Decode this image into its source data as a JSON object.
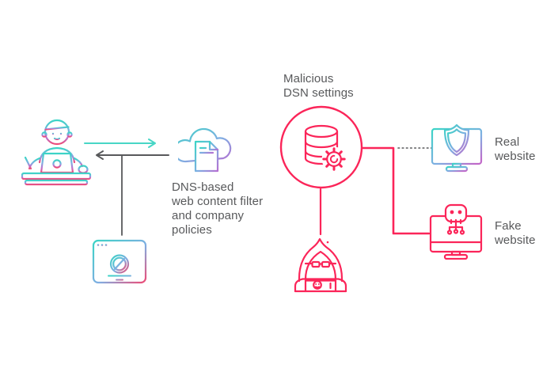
{
  "diagram": {
    "title_concept": "DNS filtering vs malicious DNS settings",
    "colors": {
      "pink": "#FB2559",
      "teal": "#48D6C6",
      "gray": "#58595B",
      "gradient_stops": [
        "#3BD4C6",
        "#7FAEE2",
        "#BC74CE",
        "#EE4B76"
      ]
    },
    "nodes": {
      "user": {
        "icon": "person-at-laptop-icon"
      },
      "filter": {
        "icon": "cloud-document-icon",
        "label": [
          "DNS-based",
          "web content filter",
          "and company",
          "policies"
        ]
      },
      "dns_server": {
        "icon": "database-gear-icon",
        "label": [
          "Malicious",
          "DSN settings"
        ]
      },
      "hacker": {
        "icon": "hacker-icon"
      },
      "real_website": {
        "icon": "monitor-shield-icon",
        "label": [
          "Real",
          "website"
        ]
      },
      "fake_website": {
        "icon": "monitor-skull-icon",
        "label": [
          "Fake",
          "website"
        ]
      },
      "blocked_browser": {
        "icon": "blocked-browser-icon"
      }
    }
  }
}
